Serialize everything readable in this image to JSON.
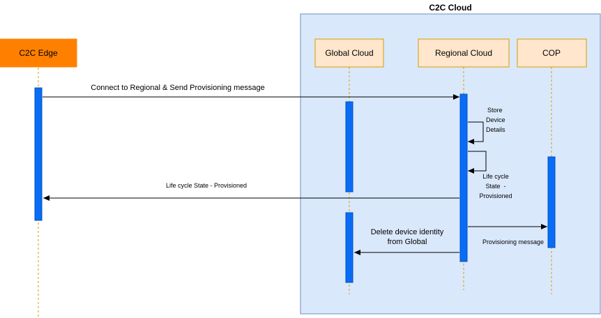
{
  "cloud_group": {
    "title": "C2C Cloud"
  },
  "participants": {
    "edge": "C2C Edge",
    "global": "Global Cloud",
    "regional": "Regional Cloud",
    "cop": "COP"
  },
  "messages": {
    "connect": "Connect to Regional & Send Provisioning message",
    "store": [
      "Store",
      "Device",
      "Details"
    ],
    "lifecycle_self": [
      "Life cycle",
      "State  -",
      "Provisioned"
    ],
    "lifecycle_return": "Life cycle State - Provisioned",
    "delete": [
      "Delete device identity",
      "from Global"
    ],
    "provisioning": "Provisioning message"
  },
  "colors": {
    "edge_fill": "#FF8000",
    "participant_fill": "#FFE6CC",
    "participant_stroke": "#D79B00",
    "group_fill": "#DAE8FC",
    "group_stroke": "#6C8EBF",
    "activation_fill": "#0A6CF5",
    "lifeline": "#D79B00"
  }
}
